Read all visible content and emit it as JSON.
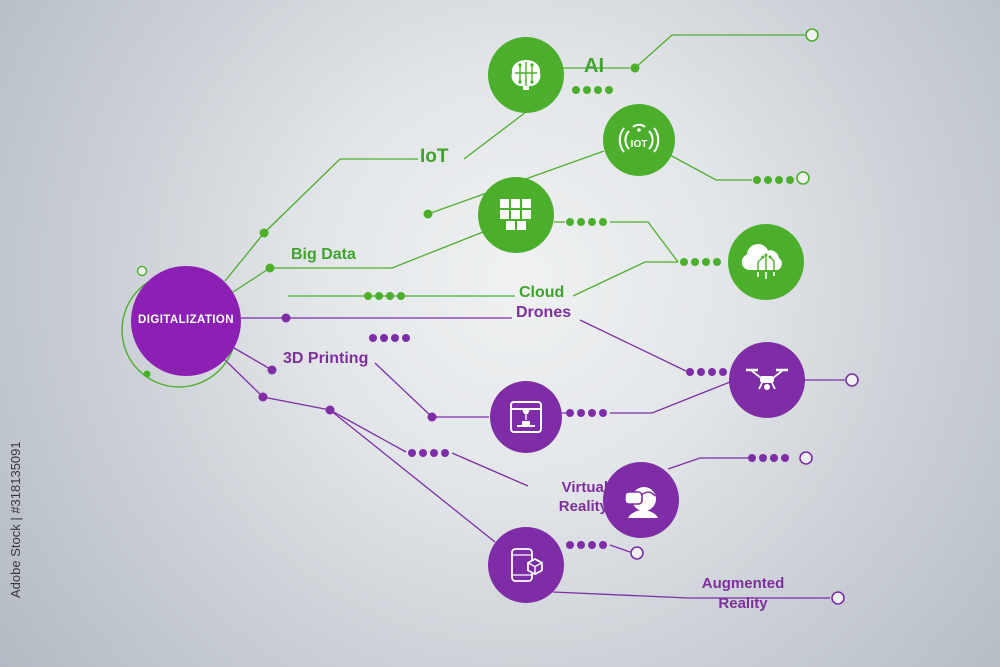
{
  "watermark": {
    "text": "Adobe Stock | #318135091"
  },
  "hub": {
    "label": "DIGITALIZATION"
  },
  "nodes": [
    {
      "label": "AI",
      "color": "green",
      "icon": "ai-brain-icon"
    },
    {
      "label": "IoT",
      "color": "green",
      "icon": "iot-signal-icon",
      "icon_text": "IOT"
    },
    {
      "label": "Big Data",
      "color": "green",
      "icon": "data-cubes-icon"
    },
    {
      "label": "Cloud",
      "color": "green",
      "icon": "cloud-circuit-icon"
    },
    {
      "label": "Drones",
      "color": "purple",
      "icon": "drone-icon"
    },
    {
      "label": "3D Printing",
      "color": "purple",
      "icon": "printer-3d-icon"
    },
    {
      "label": "Virtual Reality",
      "color": "purple",
      "icon": "vr-headset-icon"
    },
    {
      "label": "Augmented Reality",
      "color": "purple",
      "icon": "ar-phone-icon"
    }
  ],
  "colors": {
    "green": "#4caf2c",
    "purple": "#7e2da6",
    "hub_purple": "#8d20b4",
    "label_green": "#3fa32e",
    "label_purple": "#7d2f9c"
  }
}
